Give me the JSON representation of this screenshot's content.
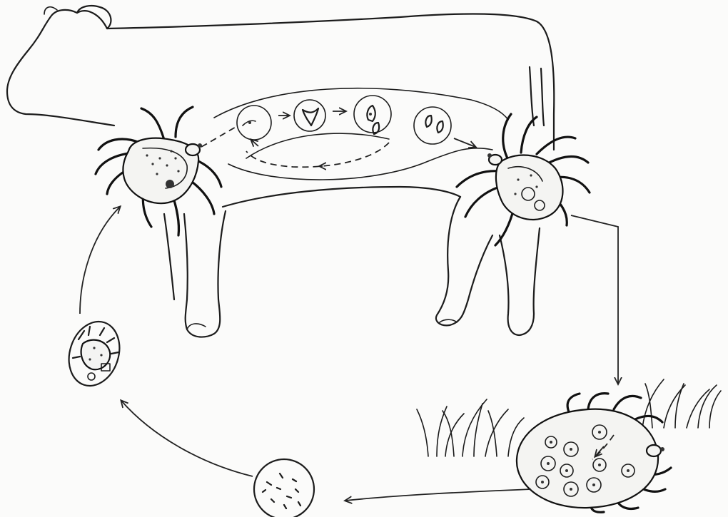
{
  "diagram": {
    "type": "life-cycle",
    "labels": [],
    "stages": [
      {
        "id": "feeding-adult-tick",
        "icon": "tick-on-host-icon"
      },
      {
        "id": "protozoa-development",
        "icon": "sporozoite-circles-icon"
      },
      {
        "id": "engorged-female-tick",
        "icon": "engorged-tick-icon"
      },
      {
        "id": "eggs-with-sporozoites",
        "icon": "egg-mass-icon"
      },
      {
        "id": "larva-in-egg",
        "icon": "larva-egg-icon"
      }
    ]
  },
  "colors": {
    "ink": "#1c1c1c",
    "paper": "#fbfbfa"
  }
}
